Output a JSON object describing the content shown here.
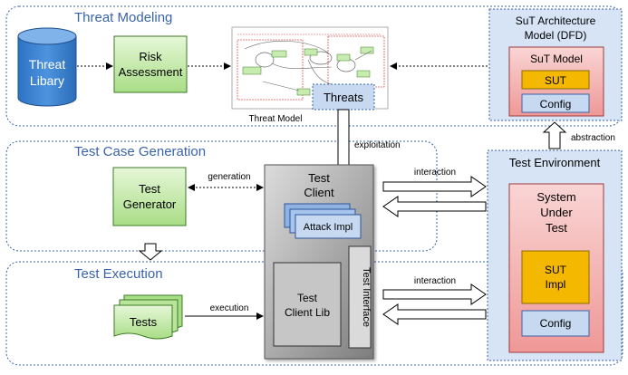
{
  "sections": {
    "threat_modeling": "Threat Modeling",
    "test_case_generation": "Test Case Generation",
    "test_execution": "Test Execution"
  },
  "threat_library": [
    "Threat",
    "Libary"
  ],
  "risk_assessment": [
    "Risk",
    "Assessment"
  ],
  "threat_model": {
    "caption": "Threat Model",
    "threats_label": "Threats"
  },
  "sut_architecture": {
    "title": [
      "SuT Architecture",
      "Model (DFD)"
    ],
    "sut_model": "SuT Model",
    "sut": "SUT",
    "config": "Config"
  },
  "test_generator": [
    "Test",
    "Generator"
  ],
  "tests_label": "Tests",
  "test_client": {
    "title": [
      "Test",
      "Client"
    ],
    "attack_impl": "Attack Impl",
    "client_lib": [
      "Test",
      "Client Lib"
    ],
    "interface": "Test Interface"
  },
  "test_environment": {
    "title": "Test Environment",
    "system_under_test": [
      "System",
      "Under",
      "Test"
    ],
    "sut_impl": [
      "SUT",
      "Impl"
    ],
    "config": "Config"
  },
  "edge_labels": {
    "generation": "generation",
    "exploitation": "exploitation",
    "interaction_top": "interaction",
    "interaction_bottom": "interaction",
    "execution": "execution",
    "abstraction": "abstraction"
  },
  "colors": {
    "section_title": "#3a64a8",
    "green_fill": "#c8ecb0",
    "green_stroke": "#3d7a25",
    "blue_panel": "#d6e4f6",
    "red_panel": "#f2aaa9",
    "orange": "#f5b800"
  }
}
